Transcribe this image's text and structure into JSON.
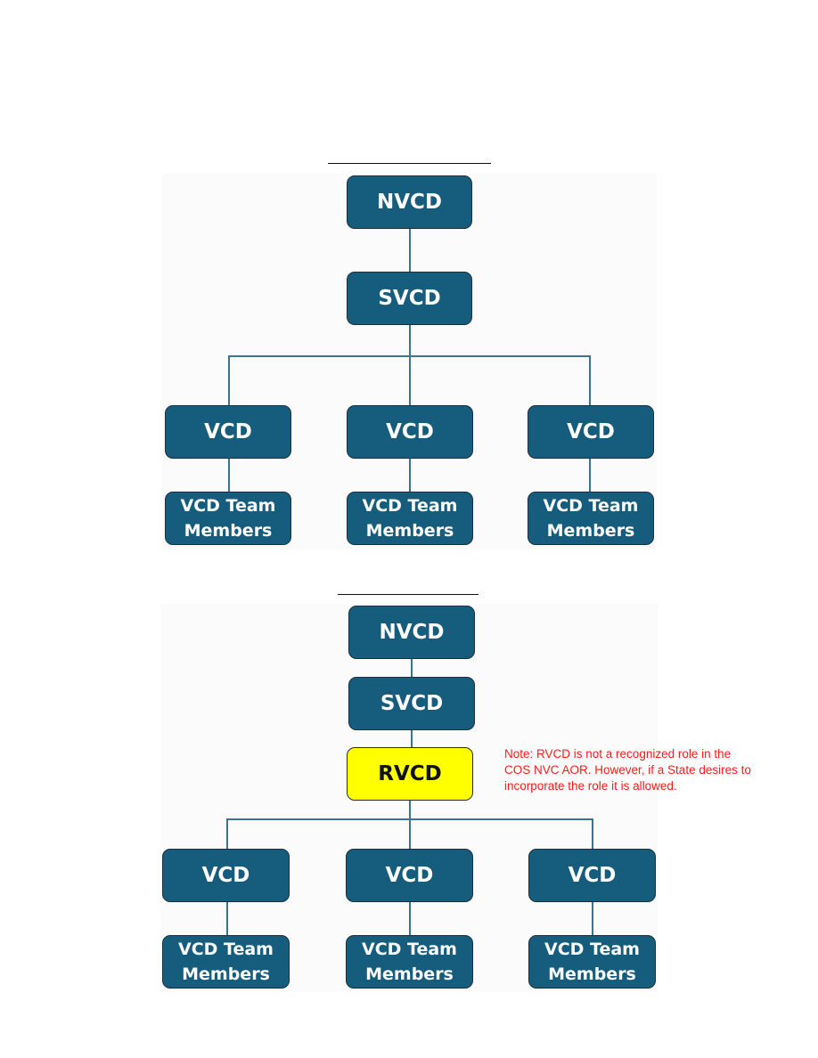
{
  "diagrams": [
    {
      "top": {
        "label": "NVCD"
      },
      "second": {
        "label": "SVCD"
      },
      "vcds": [
        {
          "label": "VCD",
          "team": "VCD Team\nMembers"
        },
        {
          "label": "VCD",
          "team": "VCD Team\nMembers"
        },
        {
          "label": "VCD",
          "team": "VCD Team\nMembers"
        }
      ]
    },
    {
      "top": {
        "label": "NVCD"
      },
      "second": {
        "label": "SVCD"
      },
      "regional": {
        "label": "RVCD",
        "note": "Note: RVCD is not a recognized role in the COS NVC AOR. However, if a State desires to incorporate the role it is allowed."
      },
      "vcds": [
        {
          "label": "VCD",
          "team": "VCD Team\nMembers"
        },
        {
          "label": "VCD",
          "team": "VCD Team\nMembers"
        },
        {
          "label": "VCD",
          "team": "VCD Team\nMembers"
        }
      ]
    }
  ],
  "colors": {
    "node": "#155c7d",
    "highlight": "#ffff00",
    "note": "#ff1a1a",
    "connector": "#3d7390"
  }
}
